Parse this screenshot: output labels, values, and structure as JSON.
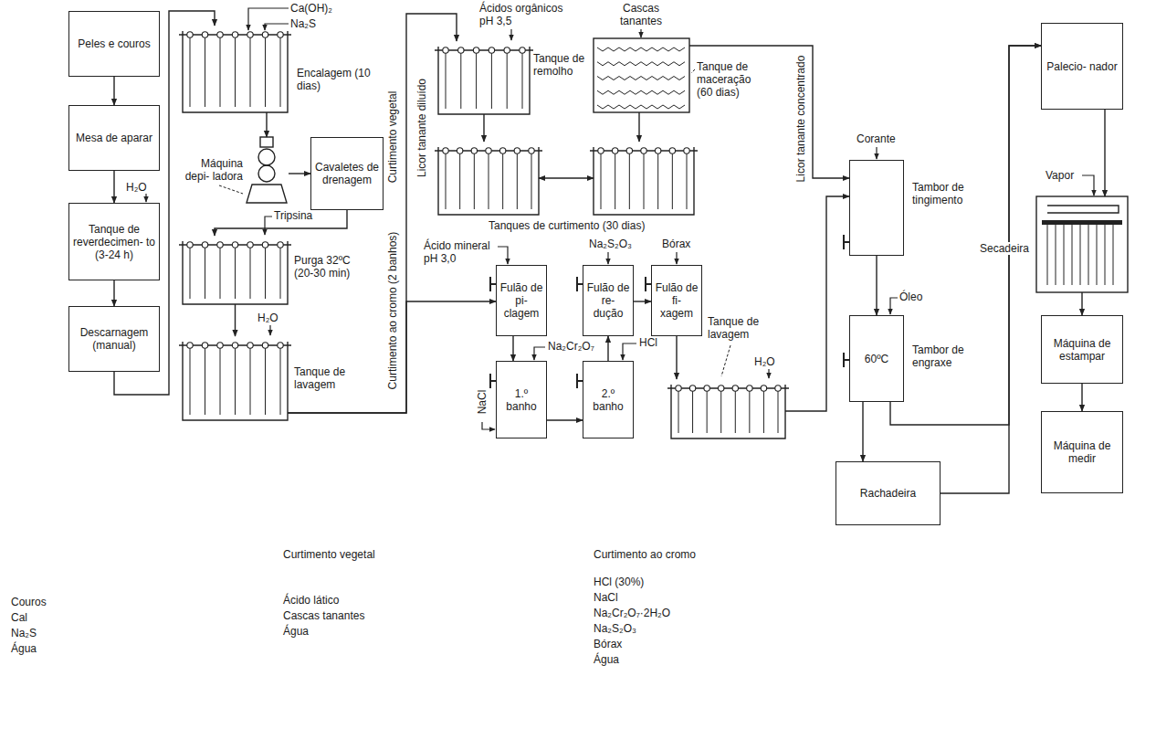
{
  "diagram": {
    "nodes": [
      {
        "text": [
          "Peles e couros"
        ]
      },
      {
        "text": [
          "Mesa de aparar"
        ]
      },
      {
        "text": [
          "Tanque de reverdecimen- to (3-24 h)"
        ]
      },
      {
        "text": [
          "Descarnagem (manual)"
        ]
      },
      {
        "text": [
          "Encalagem (10 dias)"
        ]
      },
      {
        "text": [
          "Máquina depi- ladora"
        ]
      },
      {
        "text": [
          "Cavaletes de drenagem"
        ]
      },
      {
        "text": [
          "Purga 32ºC (20-30 min)"
        ]
      },
      {
        "text": [
          "Tanque de lavagem"
        ]
      },
      {
        "text": [
          "Tanque de remolho"
        ]
      },
      {
        "text": [
          "Tanque de maceração (60 dias)"
        ]
      },
      {
        "text": [
          "Tanques de curtimento (30 dias)"
        ]
      },
      {
        "text": []
      },
      {
        "text": [
          "Fulão de pi- clagem"
        ]
      },
      {
        "text": [
          "Fulão de re- dução"
        ]
      },
      {
        "text": [
          "Fulão de fi- xagem"
        ]
      },
      {
        "text": [
          "1.º banho"
        ]
      },
      {
        "text": [
          "2.º banho"
        ]
      },
      {
        "text": [
          "Tanque de lavagem"
        ]
      },
      {
        "text": [
          "Tambor de tingimento"
        ]
      },
      {
        "text": [
          "60ºC",
          "Tambor de engraxe"
        ]
      },
      {
        "text": [
          "Rachadeira"
        ]
      },
      {
        "text": [
          "Palecio- nador"
        ]
      },
      {
        "text": [
          "Secadeira"
        ]
      },
      {
        "text": [
          "Máquina de estampar"
        ]
      },
      {
        "text": [
          "Máquina de medir"
        ]
      }
    ],
    "edges": [
      {
        "from": 0,
        "to": 1,
        "arrow": "to"
      },
      {
        "from": 1,
        "to": 2,
        "arrow": "to"
      },
      {
        "from": 2,
        "to": 3,
        "arrow": "to"
      },
      {
        "from": 3,
        "to": 4,
        "arrow": "to"
      },
      {
        "from": 4,
        "to": 5,
        "arrow": "to"
      },
      {
        "from": 5,
        "to": 6,
        "arrow": "to"
      },
      {
        "from": 6,
        "to": 7,
        "arrow": "to"
      },
      {
        "from": 7,
        "to": 8,
        "arrow": "to"
      },
      {
        "from": 8,
        "to": 9,
        "arrow": "to"
      },
      {
        "from": 8,
        "to": 13,
        "arrow": "to"
      },
      {
        "from": 9,
        "to": 11,
        "arrow": "to"
      },
      {
        "from": 10,
        "to": 12,
        "arrow": "to"
      },
      {
        "from": 11,
        "to": 12,
        "arrow": "both"
      },
      {
        "from": 10,
        "to": 19,
        "arrow": "to"
      },
      {
        "from": 13,
        "to": 16,
        "arrow": "to"
      },
      {
        "from": 16,
        "to": 17,
        "arrow": "to"
      },
      {
        "from": 17,
        "to": 14,
        "arrow": "to"
      },
      {
        "from": 14,
        "to": 15,
        "arrow": "to"
      },
      {
        "from": 15,
        "to": 18,
        "arrow": "to"
      },
      {
        "from": 18,
        "to": 19,
        "arrow": "to"
      },
      {
        "from": 19,
        "to": 20,
        "arrow": "to"
      },
      {
        "from": 20,
        "to": 21,
        "arrow": "to"
      },
      {
        "from": 20,
        "to": 22,
        "arrow": "to"
      },
      {
        "from": 21,
        "to": 22,
        "arrow": "to"
      },
      {
        "from": 22,
        "to": 23,
        "arrow": "to"
      },
      {
        "from": 23,
        "to": 24,
        "arrow": "to"
      },
      {
        "from": 24,
        "to": 25,
        "arrow": "to"
      }
    ],
    "labels": [
      "Ca(OH)₂",
      "Na₂S",
      "H₂O",
      "Tripsina",
      "H₂O",
      "Curtimento vegetal",
      "Licor tanante diluído",
      "Curtimento ao cromo (2 banhos)",
      "Ácidos orgânicos pH 3,5",
      "Cascas tanantes",
      "Licor tanante concentrado",
      "Ácido mineral pH 3,0",
      "Na₂S₂O₃",
      "Bórax",
      "Na₂Cr₂O₇",
      "HCl",
      "NaCl",
      "H₂O",
      "Corante",
      "Óleo",
      "Vapor",
      "Couros",
      "Cal",
      "Na₂S",
      "Água",
      "Curtimento vegetal",
      "Ácido lático",
      "Cascas tanantes",
      "Água",
      "Curtimento ao cromo",
      "HCl (30%)",
      "NaCl",
      "Na₂Cr₂O₇·2H₂O",
      "Na₂S₂O₃",
      "Bórax",
      "Água"
    ]
  }
}
